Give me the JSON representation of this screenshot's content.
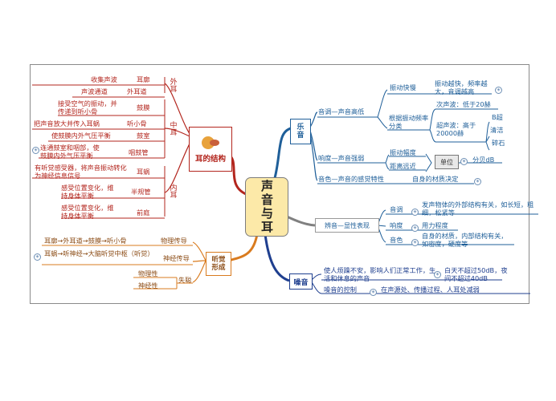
{
  "center": {
    "title": "声音与耳"
  },
  "ear": {
    "title": "耳的结构",
    "outer": {
      "label": "外耳",
      "items": [
        {
          "part": "耳廓",
          "desc": "收集声波"
        },
        {
          "part": "外耳道",
          "desc": "声波通道"
        }
      ]
    },
    "middle": {
      "label": "中耳",
      "items": [
        {
          "part": "鼓膜",
          "desc": "接受空气的振动，并传递到听小骨"
        },
        {
          "part": "听小骨",
          "desc": "把声音放大并传入耳蜗"
        },
        {
          "part": "鼓室",
          "desc": "使鼓膜内外气压平衡"
        },
        {
          "part": "咽鼓管",
          "desc": "连通鼓室和咽部，使鼓膜内外气压平衡"
        }
      ]
    },
    "inner": {
      "label": "内耳",
      "items": [
        {
          "part": "耳蜗",
          "desc": "有听觉感受器，将声音振动转化为神经信息信号"
        },
        {
          "part": "半规管",
          "desc": "感受位置变化，维持身体平衡"
        },
        {
          "part": "前庭",
          "desc": "感受位置变化，维持身体平衡"
        }
      ]
    }
  },
  "hearing": {
    "title": "听觉形成",
    "physical": {
      "path": "耳廓→外耳道→鼓膜→听小骨",
      "label": "物理传导"
    },
    "neural": {
      "path": "耳蜗→听神经→大脑听觉中枢（听觉）",
      "label": "神经传导"
    },
    "deaf": {
      "label": "失聪",
      "types": [
        "物理性",
        "神经性"
      ]
    }
  },
  "music": {
    "title": "乐音",
    "pitch": {
      "label": "音调—声音高低",
      "vib": "振动快慢",
      "vib_desc": "振动越快，频率越大，音调越高",
      "freq": "根据振动频率分类",
      "sub": "次声波：低于20赫",
      "ultra": "超声波：高于20000赫",
      "uses": [
        "B超",
        "清洁",
        "碎石"
      ]
    },
    "loud": {
      "label": "响度—声音强弱",
      "amp": "振动幅度",
      "dist": "距离远近",
      "unit": "单位",
      "db": "分贝dB"
    },
    "timbre": {
      "label": "音色—声音的感觉特性",
      "desc": "自身的材质决定"
    }
  },
  "dist": {
    "label": "辨音—显性表现",
    "tone": {
      "k": "音调",
      "v": "发声物体的外部结构有关，如长短，粗细，松紧等"
    },
    "loud": {
      "k": "响度",
      "v": "用力程度"
    },
    "timbre": {
      "k": "音色",
      "v": "自身的材质，内部结构有关，如密度，硬度等"
    }
  },
  "noise": {
    "title": "噪音",
    "effect": "使人烦躁不安，影响人们正常工作，生活和休息的声音",
    "limit": "白天不超过50dB，夜间不超过40dB",
    "control": "噪音的控制",
    "control_desc": "在声源处、传播过程、人耳处减弱"
  },
  "colors": {
    "red": "#b3261e",
    "blue": "#1f5f99",
    "orange": "#d97b1f",
    "navy": "#1f3f8f",
    "center": "#fce9a8"
  }
}
